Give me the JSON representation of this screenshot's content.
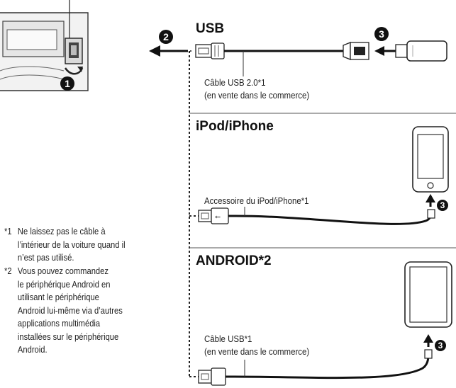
{
  "sections": {
    "usb": {
      "title": "USB",
      "cable_line1": "Câble USB 2.0*1",
      "cable_line2": "(en vente dans le commerce)"
    },
    "ipod": {
      "title": "iPod/iPhone",
      "accessory": "Accessoire du iPod/iPhone*1"
    },
    "android": {
      "title": "ANDROID*2",
      "cable_line1": "Câble USB*1",
      "cable_line2": "(en vente dans le commerce)"
    }
  },
  "steps": {
    "one": "1",
    "two": "2",
    "three": "3"
  },
  "footnotes": {
    "note1": {
      "marker": "*1",
      "lines": [
        "Ne laissez pas le câble à",
        "l’intérieur de la voiture quand il",
        "n’est pas utilisé."
      ]
    },
    "note2": {
      "marker": "*2",
      "lines": [
        "Vous pouvez commandez",
        "le périphérique Android en",
        "utilisant le périphérique",
        "Android lui-même via d’autres",
        "applications multimédia",
        "installées sur le périphérique",
        "Android."
      ]
    }
  }
}
